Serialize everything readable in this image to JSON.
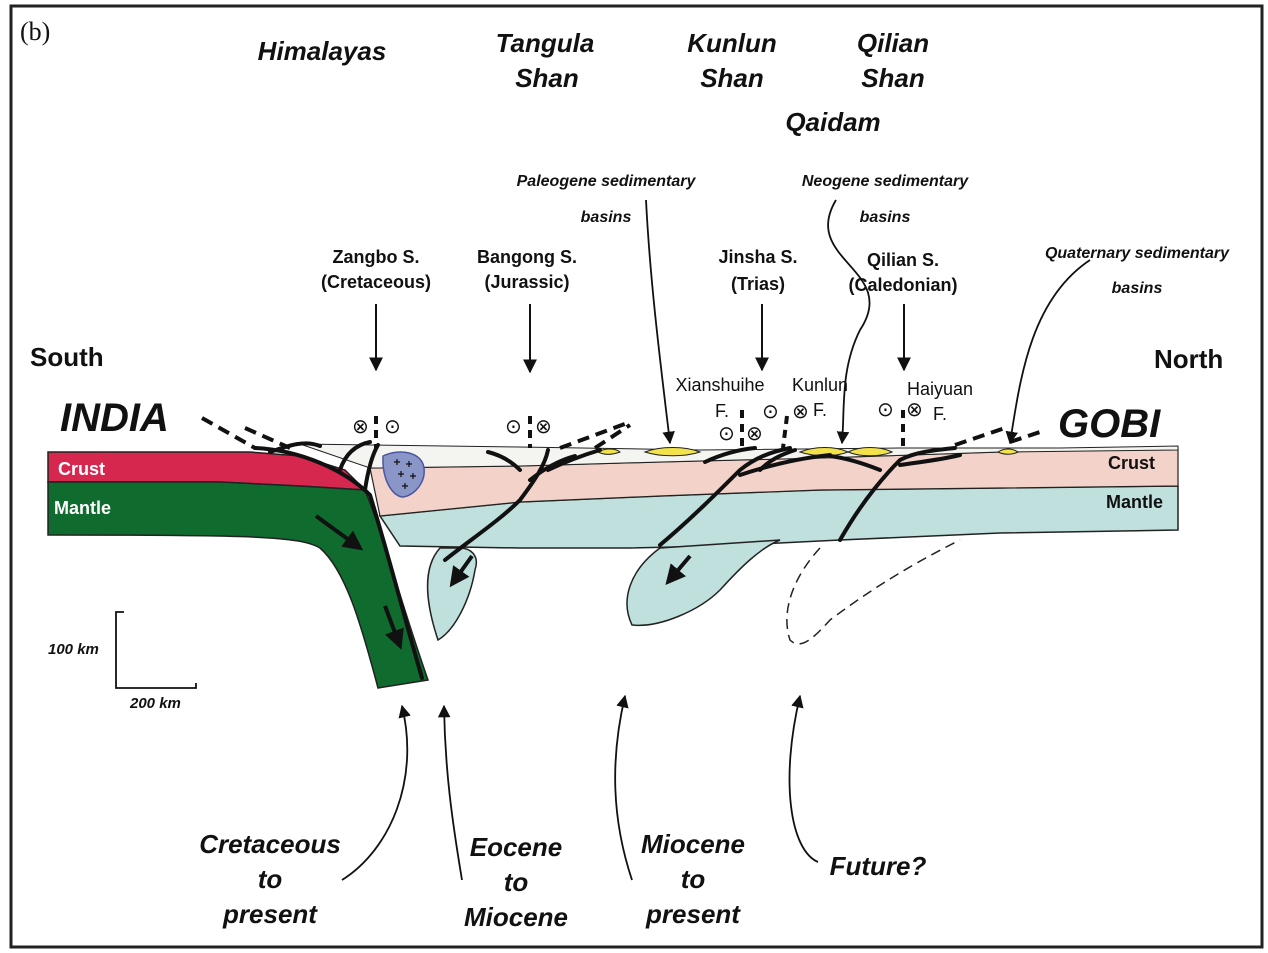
{
  "panel_label": "(b)",
  "ranges": {
    "himalayas": "Himalayas",
    "tangula": [
      "Tangula",
      "Shan"
    ],
    "kunlun": [
      "Kunlun",
      "Shan"
    ],
    "qilian": [
      "Qilian",
      "Shan"
    ],
    "qaidam": "Qaidam"
  },
  "basins": {
    "paleogene": [
      "Paleogene sedimentary",
      "basins"
    ],
    "neogene": [
      "Neogene sedimentary",
      "basins"
    ],
    "quaternary": [
      "Quaternary sedimentary",
      "basins"
    ]
  },
  "sutures": {
    "zangbo": [
      "Zangbo S.",
      "(Cretaceous)"
    ],
    "bangong": [
      "Bangong S.",
      "(Jurassic)"
    ],
    "jinsha": [
      "Jinsha S.",
      "(Trias)"
    ],
    "qilian": [
      "Qilian S.",
      "(Caledonian)"
    ]
  },
  "faults": {
    "xianshuihe": [
      "Xianshuihe",
      "F."
    ],
    "kunlun": [
      "Kunlun",
      "F."
    ],
    "haiyuan": [
      "Haiyuan",
      "F."
    ]
  },
  "directions": {
    "south": "South",
    "north": "North"
  },
  "plates": {
    "india": "INDIA",
    "gobi": "GOBI"
  },
  "layers": {
    "crust_left": "Crust",
    "mantle_left": "Mantle",
    "crust_right": "Crust",
    "mantle_right": "Mantle"
  },
  "scale": {
    "vertical": "100 km",
    "horizontal": "200 km"
  },
  "motion_symbols": {
    "dot": "⊙",
    "cross": "⊗"
  },
  "epochs": {
    "cretaceous": [
      "Cretaceous",
      "to",
      "present"
    ],
    "eocene": [
      "Eocene",
      "to",
      "Miocene"
    ],
    "miocene": [
      "Miocene",
      "to",
      "present"
    ],
    "future": "Future?"
  },
  "colors": {
    "india_crust": "#d6284f",
    "india_mantle": "#0f6b2e",
    "asia_crust": "#f3d3c9",
    "asia_mantle": "#bfe0dc",
    "surface_fill": "#f4f4f1",
    "basin_fill": "#f2e34a",
    "granite_fill": "#8a95c8"
  }
}
